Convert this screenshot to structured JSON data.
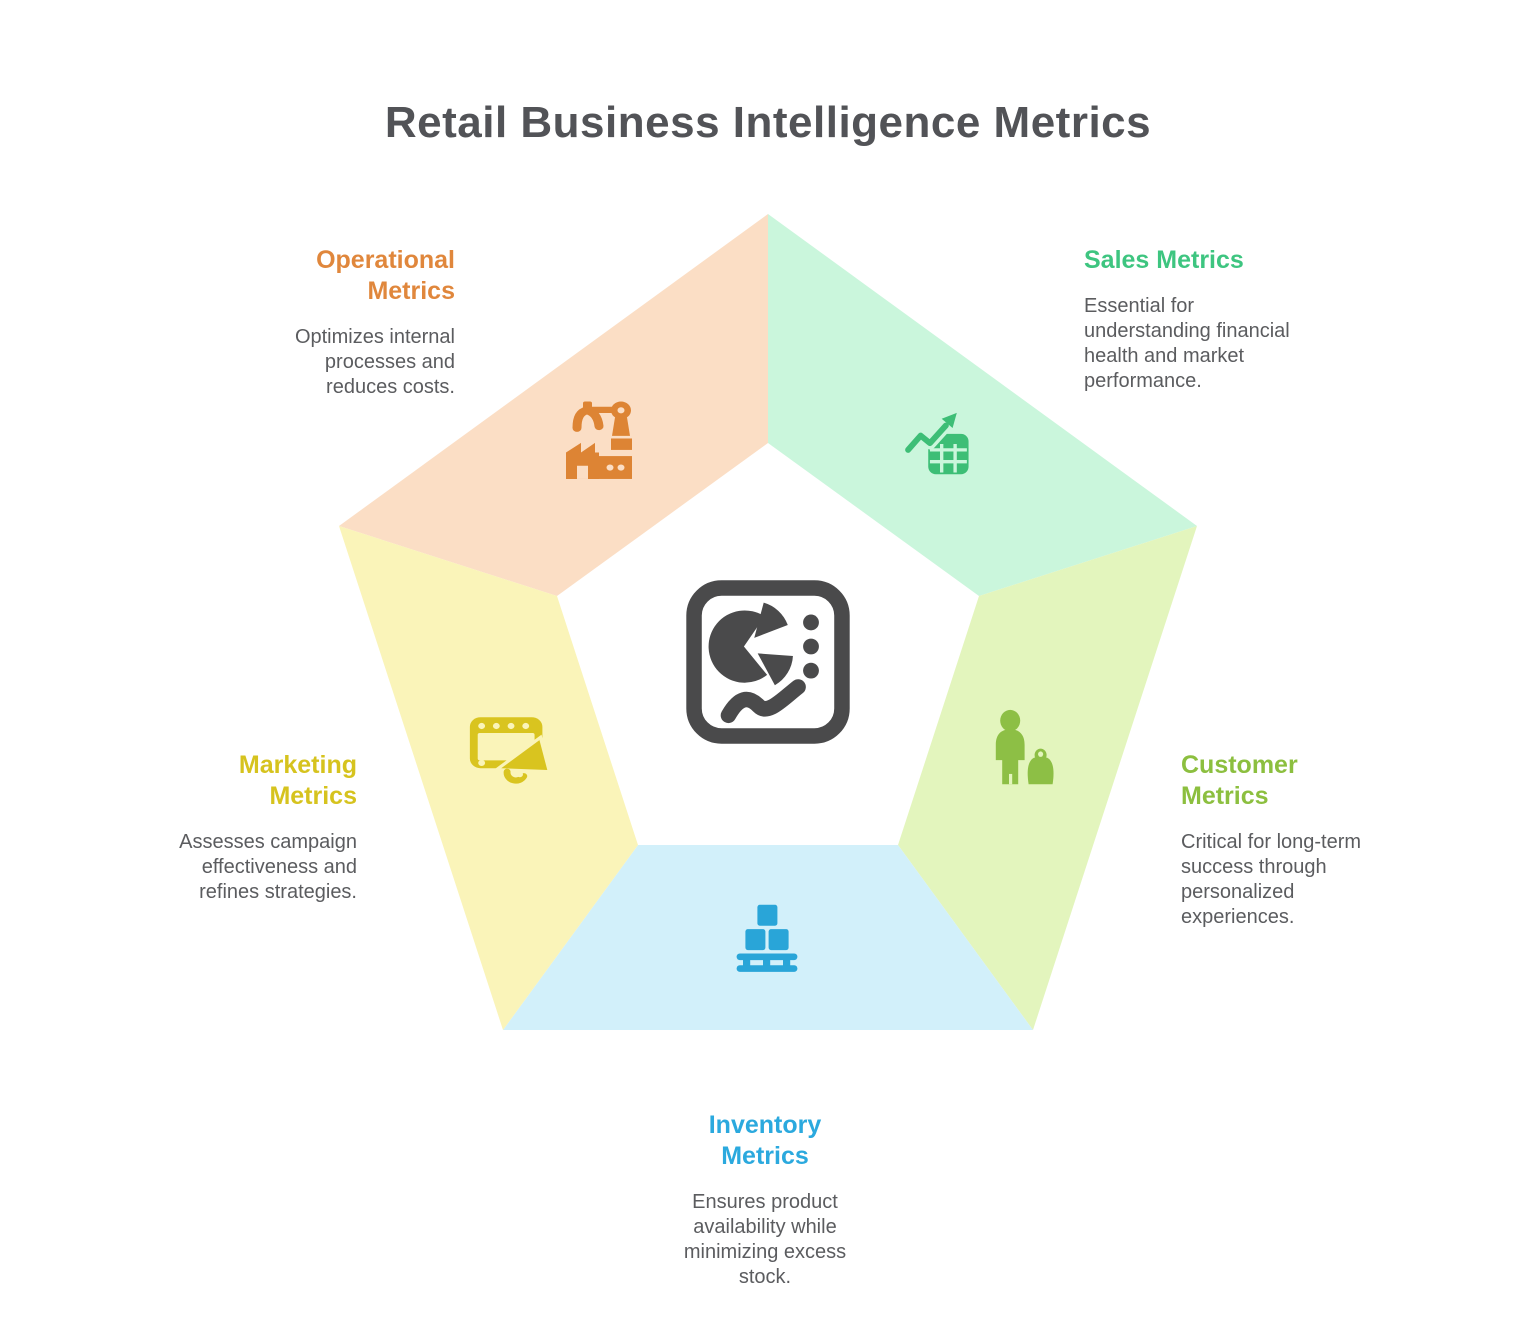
{
  "title": "Retail Business Intelligence Metrics",
  "center": {
    "icon": "dashboard-pie-icon",
    "icon_color": "#4A4A4B"
  },
  "segments": [
    {
      "name": "Operational Metrics",
      "position": "top-left",
      "label": "Operational\nMetrics",
      "description": "Optimizes internal\nprocesses and\nreduces costs.",
      "heading_color": "#E0873C",
      "segment_fill": "#FBDEC5",
      "icon": "factory-robot-icon",
      "icon_color": "#DD8434"
    },
    {
      "name": "Sales Metrics",
      "position": "top-right",
      "label": "Sales Metrics",
      "description": "Essential for\nunderstanding financial\nhealth and market\nperformance.",
      "heading_color": "#3EC580",
      "segment_fill": "#CAF6DC",
      "icon": "growth-chart-table-icon",
      "icon_color": "#3DBE76"
    },
    {
      "name": "Customer Metrics",
      "position": "right",
      "label": "Customer\nMetrics",
      "description": "Critical for long-term\nsuccess through\npersonalized\nexperiences.",
      "heading_color": "#8CBF3F",
      "segment_fill": "#E3F5BD",
      "icon": "person-shopping-bag-icon",
      "icon_color": "#8DBF45"
    },
    {
      "name": "Inventory Metrics",
      "position": "bottom",
      "label": "Inventory\nMetrics",
      "description": "Ensures product\navailability while\nminimizing excess\nstock.",
      "heading_color": "#2BA9DE",
      "segment_fill": "#D2F0FA",
      "icon": "boxes-pallet-icon",
      "icon_color": "#29A5D8"
    },
    {
      "name": "Marketing Metrics",
      "position": "left",
      "label": "Marketing\nMetrics",
      "description": "Assesses campaign\neffectiveness and\nrefines strategies.",
      "heading_color": "#D6C31E",
      "segment_fill": "#FAF4B9",
      "icon": "billboard-megaphone-icon",
      "icon_color": "#D9C41F"
    }
  ]
}
